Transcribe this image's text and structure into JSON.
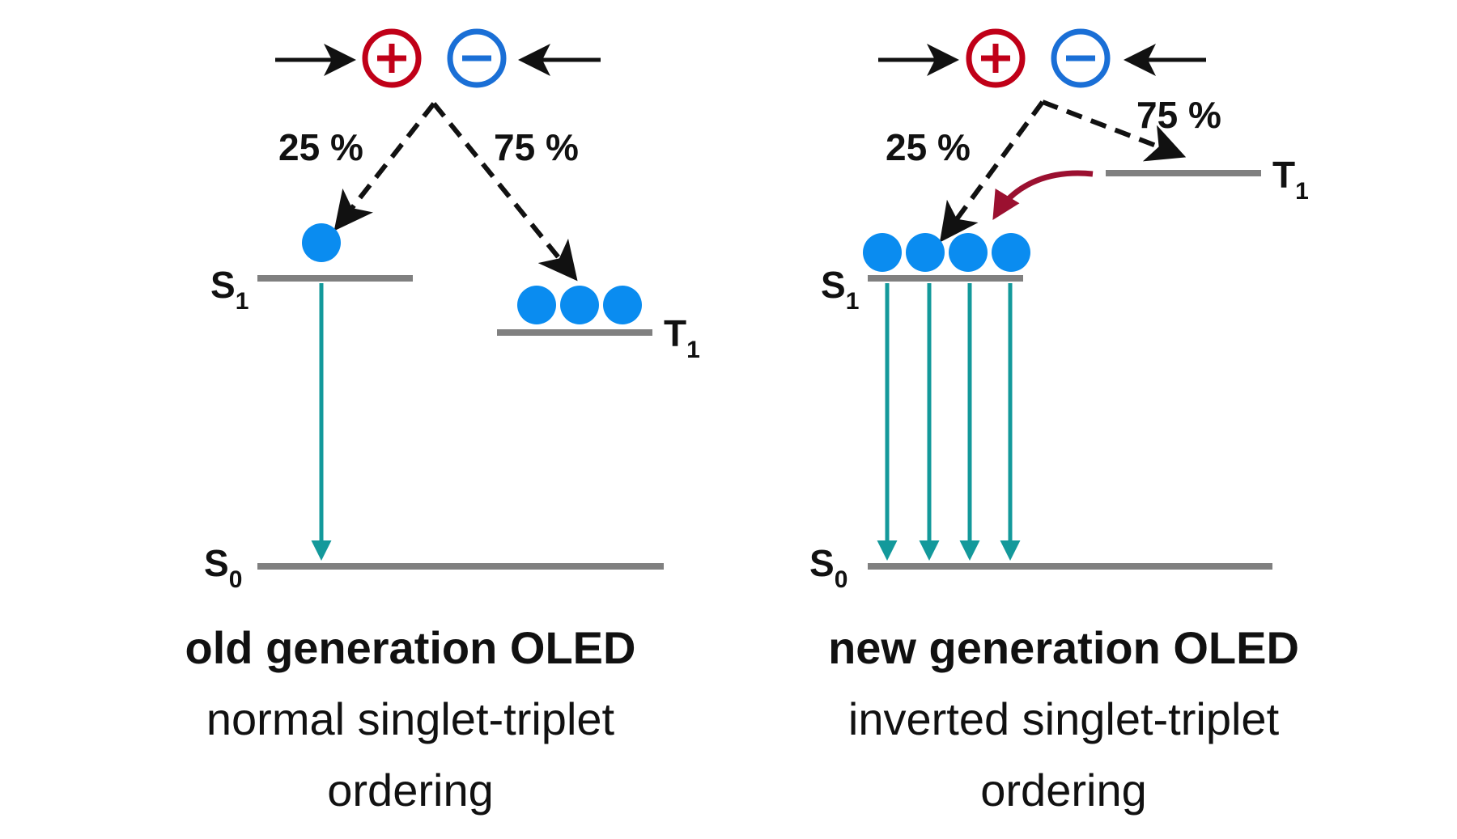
{
  "colors": {
    "level": "#808080",
    "exciton": "#0a8cf0",
    "emission": "#13999b",
    "plus": "#c00018",
    "minus": "#1a6fd6",
    "risc": "#9b1030",
    "text": "#111111"
  },
  "charges": {
    "plus": "+",
    "minus": "−"
  },
  "left": {
    "pct_singlet": "25 %",
    "pct_triplet": "75 %",
    "s1": {
      "main": "S",
      "sub": "1"
    },
    "t1": {
      "main": "T",
      "sub": "1"
    },
    "s0": {
      "main": "S",
      "sub": "0"
    },
    "title": "old generation OLED",
    "caption_line1": "normal singlet-triplet",
    "caption_line2": "ordering",
    "s1_excitons": 1,
    "t1_excitons": 3,
    "emission_arrows": 1
  },
  "right": {
    "pct_singlet": "25 %",
    "pct_triplet": "75 %",
    "s1": {
      "main": "S",
      "sub": "1"
    },
    "t1": {
      "main": "T",
      "sub": "1"
    },
    "s0": {
      "main": "S",
      "sub": "0"
    },
    "title": "new generation OLED",
    "caption_line1": "inverted singlet-triplet",
    "caption_line2": "ordering",
    "s1_excitons": 4,
    "t1_excitons": 0,
    "emission_arrows": 4
  }
}
